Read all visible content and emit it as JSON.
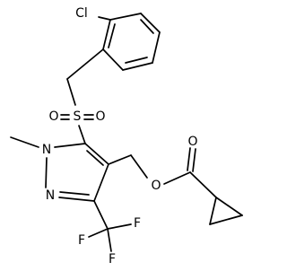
{
  "atoms": {
    "cl": "Cl",
    "s": "S",
    "o_sulfonyl_left": "O",
    "o_sulfonyl_right": "O",
    "n1": "N",
    "n2": "N",
    "o_ester": "O",
    "o_carbonyl": "O",
    "f_left": "F",
    "f_right": "F",
    "f_bottom": "F"
  }
}
